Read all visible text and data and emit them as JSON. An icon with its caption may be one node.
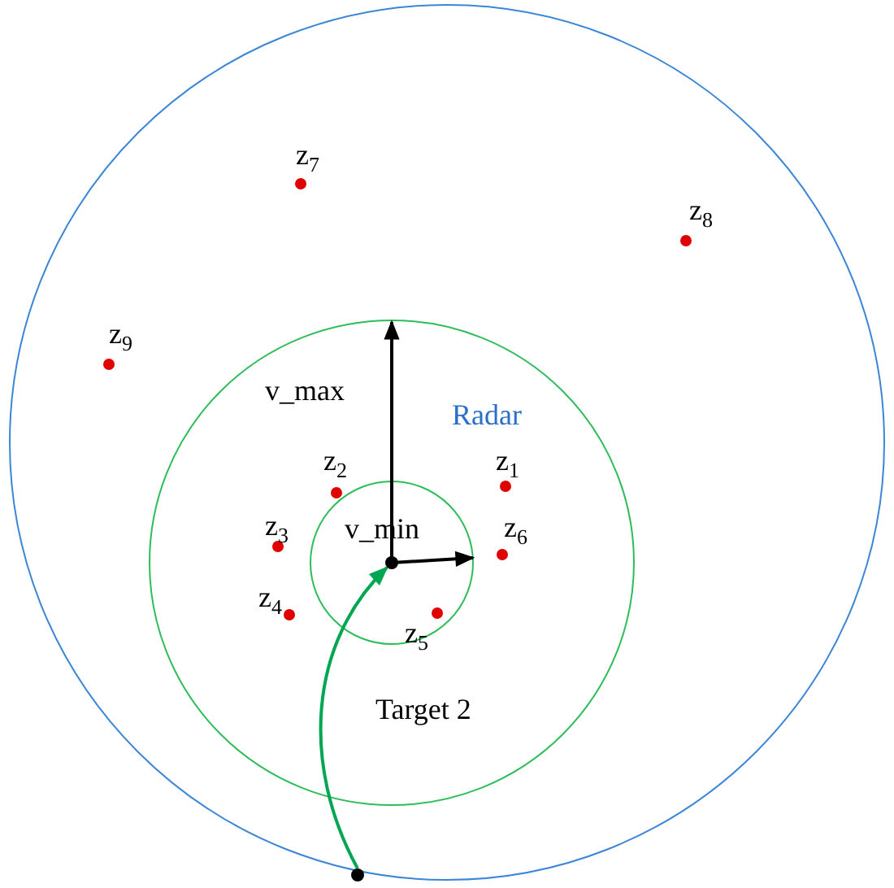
{
  "diagram": {
    "nodes": [
      {
        "text": [],
        "shape": "circle"
      },
      {
        "text": [],
        "shape": "circle"
      }
    ],
    "edges": [
      {
        "from": 0,
        "to": 1,
        "arrow": "to",
        "color": "#00a651"
      }
    ],
    "labels": [
      "z$_{7}$",
      "z$_{8}$",
      "z$_{9}$",
      "v_max",
      "Radar",
      "z$_{2}$",
      "z$_{1}$",
      "z$_{3}$",
      "v_min",
      "z$_{6}$",
      "z$_{4}$",
      "z$_{5}$",
      "Target 2"
    ]
  }
}
